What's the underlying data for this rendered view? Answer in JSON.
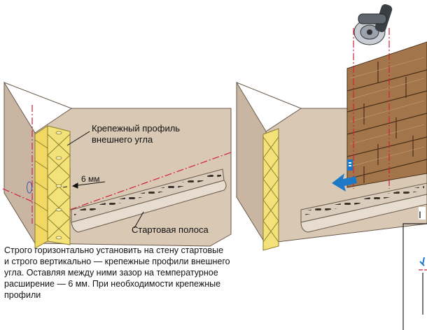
{
  "labels": {
    "corner_profile_line1": "Крепежный профиль",
    "corner_profile_line2": "внешнего угла",
    "gap": "6 мм",
    "starter_strip": "Стартовая полоса"
  },
  "caption_lines": [
    "Строго горизонтально установить на стену стартовые",
    "и строго вертикально — крепежные профили внешнего",
    "угла. Оставляя между ними зазор на температурное",
    "расширение — 6 мм. При необходимости крепежные",
    "профили"
  ],
  "colors": {
    "wall_front": "#d8c8b4",
    "wall_side": "#c9b6a2",
    "profile": "#f3e27a",
    "starter_strip": "#d9ccbc",
    "panel_brown": "#a3754a",
    "panel_dark": "#6d4a2b",
    "guide_red": "#d0203a",
    "arrow_blue": "#1e78c8"
  },
  "icons": [
    "angle-grinder-icon",
    "arrow-left-icon"
  ]
}
